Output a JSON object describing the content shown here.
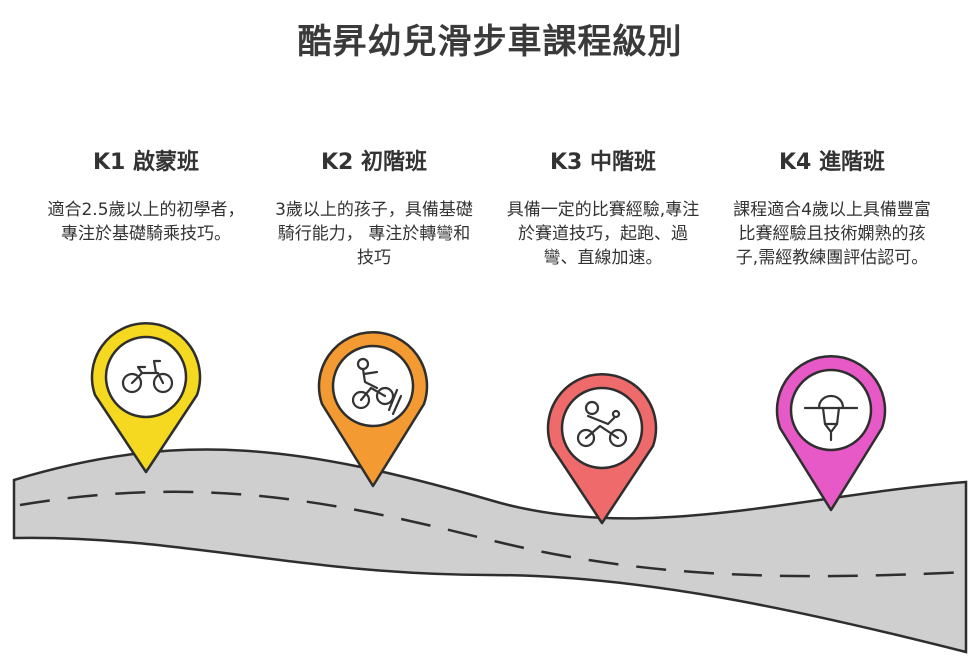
{
  "title": "酷昇幼兒滑步車課程級別",
  "levels": [
    {
      "label": "K1 啟蒙班",
      "description": "適合2.5歲以上的初學者，專注於基礎騎乘技巧。",
      "color": "#f5d820",
      "icon": "balance-bike-icon"
    },
    {
      "label": "K2 初階班",
      "description": "3歲以上的孩子，具備基礎騎行能力， 專注於轉彎和技巧",
      "color": "#f39a32",
      "icon": "uphill-rider-icon"
    },
    {
      "label": "K3 中階班",
      "description": "具備一定的比賽經驗,專注於賽道技巧，起跑、過彎、直線加速。",
      "color": "#ef6b6b",
      "icon": "racing-rider-icon"
    },
    {
      "label": "K4 進階班",
      "description": "課程適合4歲以上具備豐富比賽經驗且技術嫻熟的孩子,需經教練團評估認可。",
      "color": "#e659c6",
      "icon": "front-rider-icon"
    }
  ]
}
